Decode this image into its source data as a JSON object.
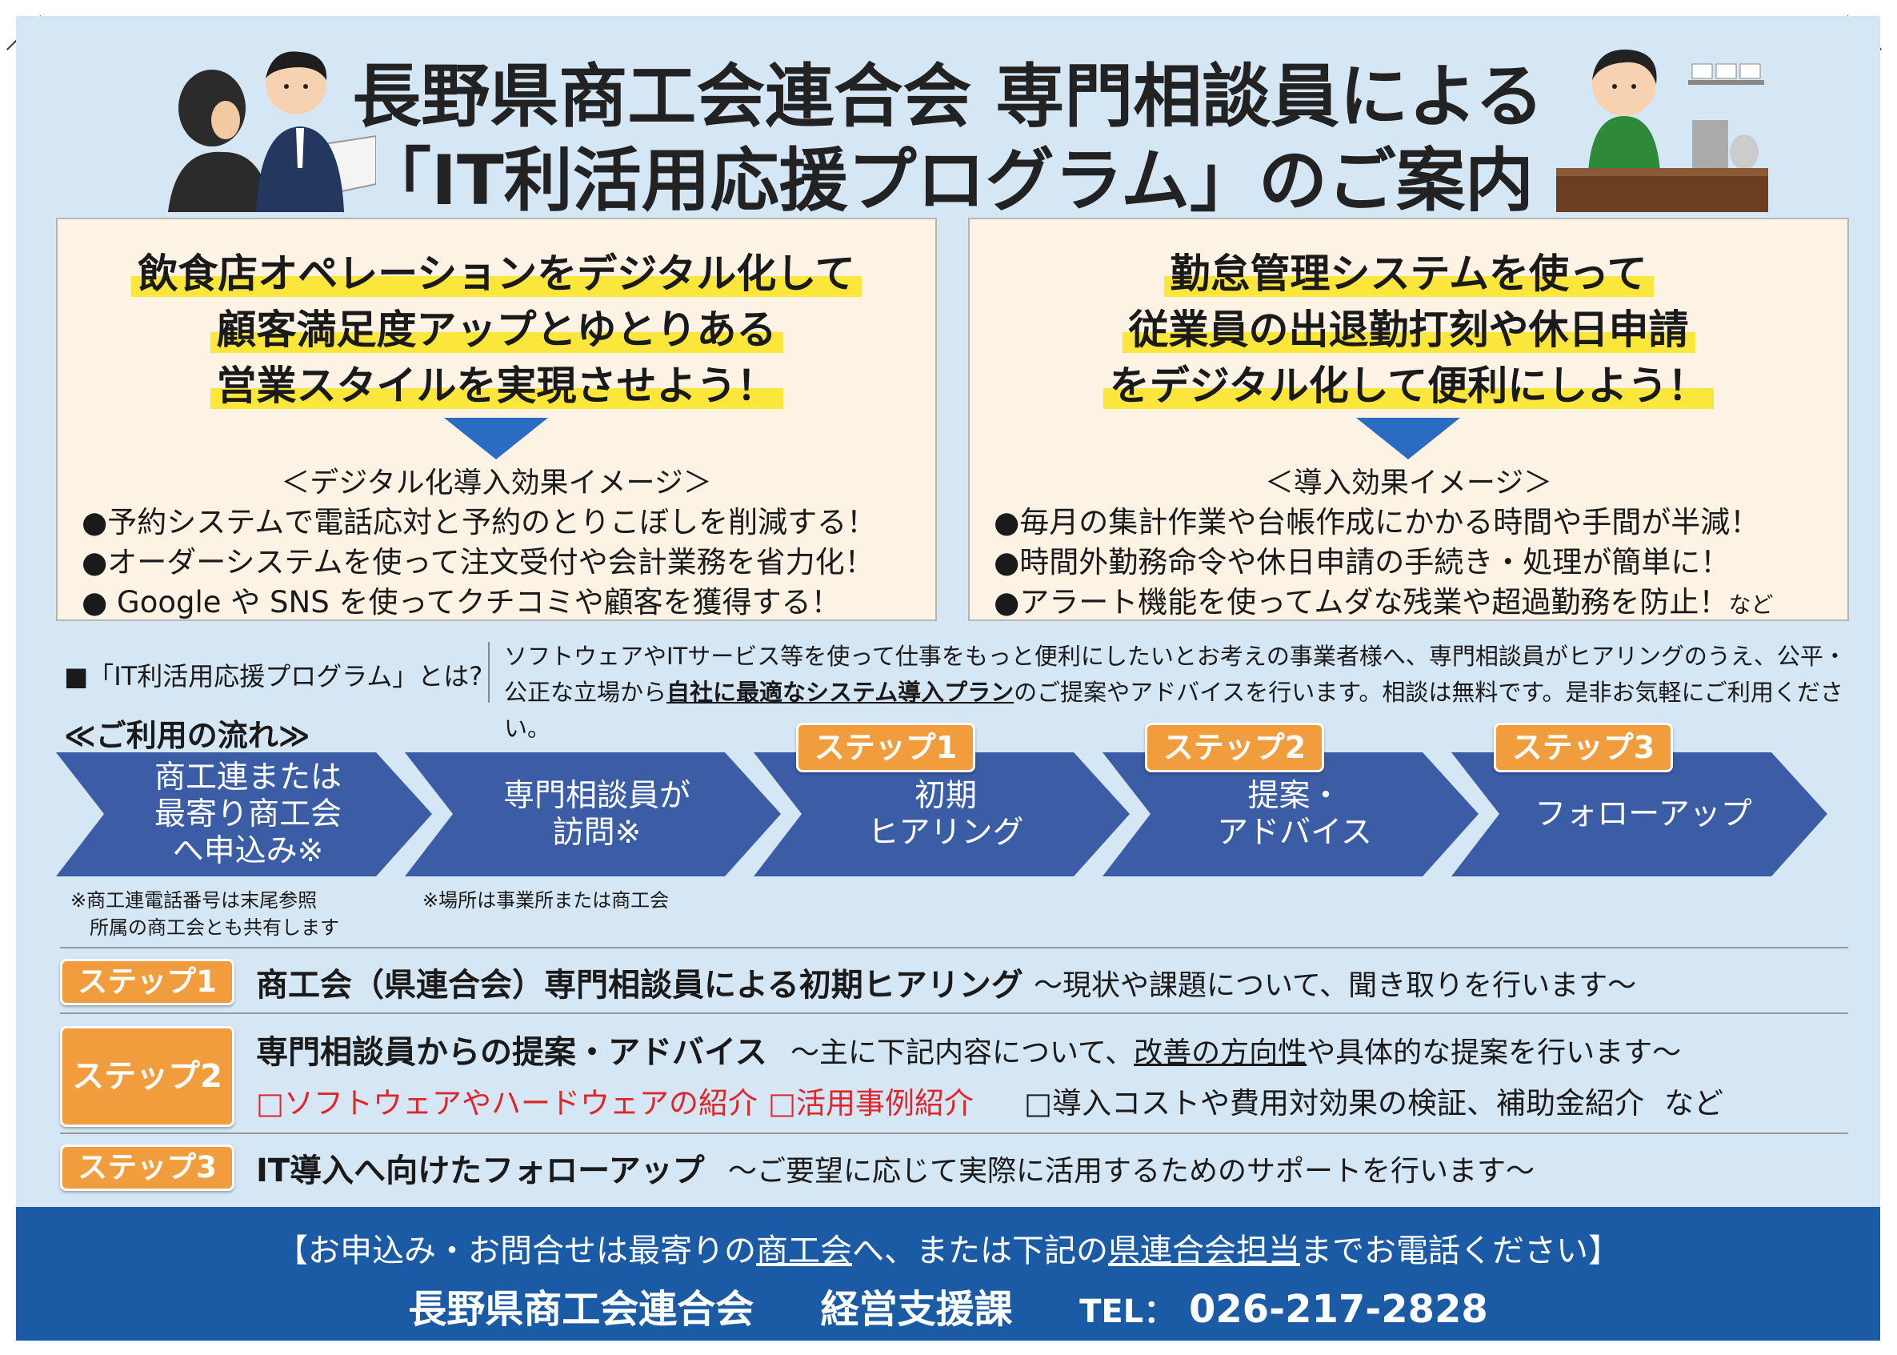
{
  "header": {
    "title_line1": "長野県商工会連合会 専門相談員による",
    "title_line2": "「IT利活用応援プログラム」のご案内"
  },
  "left_box": {
    "headline": [
      "飲食店オペレーションをデジタル化して",
      "顧客満足度アップとゆとりある",
      "営業スタイルを実現させよう！"
    ],
    "subtitle": "＜デジタル化導入効果イメージ＞",
    "bullets": [
      "●予約システムで電話応対と予約のとりこぼしを削減する！",
      "●オーダーシステムを使って注文受付や会計業務を省力化！",
      "● Google や SNS を使ってクチコミや顧客を獲得する！"
    ]
  },
  "right_box": {
    "headline": [
      "勤怠管理システムを使って",
      "従業員の出退勤打刻や休日申請",
      "をデジタル化して便利にしよう！"
    ],
    "subtitle": "＜導入効果イメージ＞",
    "bullets": [
      "●毎月の集計作業や台帳作成にかかる時間や手間が半減！",
      "●時間外勤務命令や休日申請の手続き・処理が簡単に！",
      "●アラート機能を使ってムダな残業や超過勤務を防止！"
    ],
    "bullet_suffix": "など"
  },
  "about": {
    "label": "■「IT利活用応援プログラム」とは?",
    "text_part1": "ソフトウェアやITサービス等を使って仕事をもっと便利にしたいとお考えの事業者様へ、専門相談員がヒアリングのうえ、公平・公正な立場から",
    "text_emph": "自社に最適なシステム導入プラン",
    "text_part2": "のご提案やアドバイスを行います。相談は無料です。是非お気軽にご利用ください。"
  },
  "flow": {
    "title": "≪ご利用の流れ≫",
    "steps": [
      {
        "label": "商工連または\n最寄り商工会\nへ申込み※",
        "tag": ""
      },
      {
        "label": "専門相談員が\n訪問※",
        "tag": ""
      },
      {
        "label": "初期\nヒアリング",
        "tag": "ステップ1"
      },
      {
        "label": "提案・\nアドバイス",
        "tag": "ステップ2"
      },
      {
        "label": "フォローアップ",
        "tag": "ステップ3"
      }
    ],
    "note1_line1": "※商工連電話番号は末尾参照",
    "note1_line2": "所属の商工会とも共有します",
    "note2": "※場所は事業所または商工会",
    "chevron_color": "#3b5da6"
  },
  "step_details": {
    "step1": {
      "tag": "ステップ1",
      "head": "商工会（県連合会）専門相談員による初期ヒアリング",
      "desc": "～現状や課題について、聞き取りを行います～"
    },
    "step2": {
      "tag": "ステップ2",
      "head": "専門相談員からの提案・アドバイス",
      "desc_a": "～主に下記内容について、",
      "desc_u": "改善の方向性",
      "desc_b": "や具体的な提案を行います～",
      "check1": "□ソフトウェアやハードウェアの紹介",
      "check2": "□活用事例紹介",
      "check3": "□導入コストや費用対効果の検証、補助金紹介",
      "check_suffix": "など"
    },
    "step3": {
      "tag": "ステップ3",
      "head": "IT導入へ向けたフォローアップ",
      "desc": "～ご要望に応じて実際に活用するためのサポートを行います～"
    }
  },
  "footer": {
    "line1_a": "【お申込み・お問合せは最寄りの",
    "line1_u1": "商工会",
    "line1_b": "へ、または下記の",
    "line1_u2": "県連合会担当",
    "line1_c": "までお電話ください】",
    "org": "長野県商工会連合会",
    "dept": "経営支援課",
    "tel_label": "TEL：",
    "tel": "026-217-2828"
  },
  "colors": {
    "accent_orange": "#f19c3d",
    "chevron_blue": "#3b5da6",
    "footer_blue": "#1b5aa5",
    "highlight_yellow": "#fbe63b",
    "background": "#d5e6f4"
  }
}
